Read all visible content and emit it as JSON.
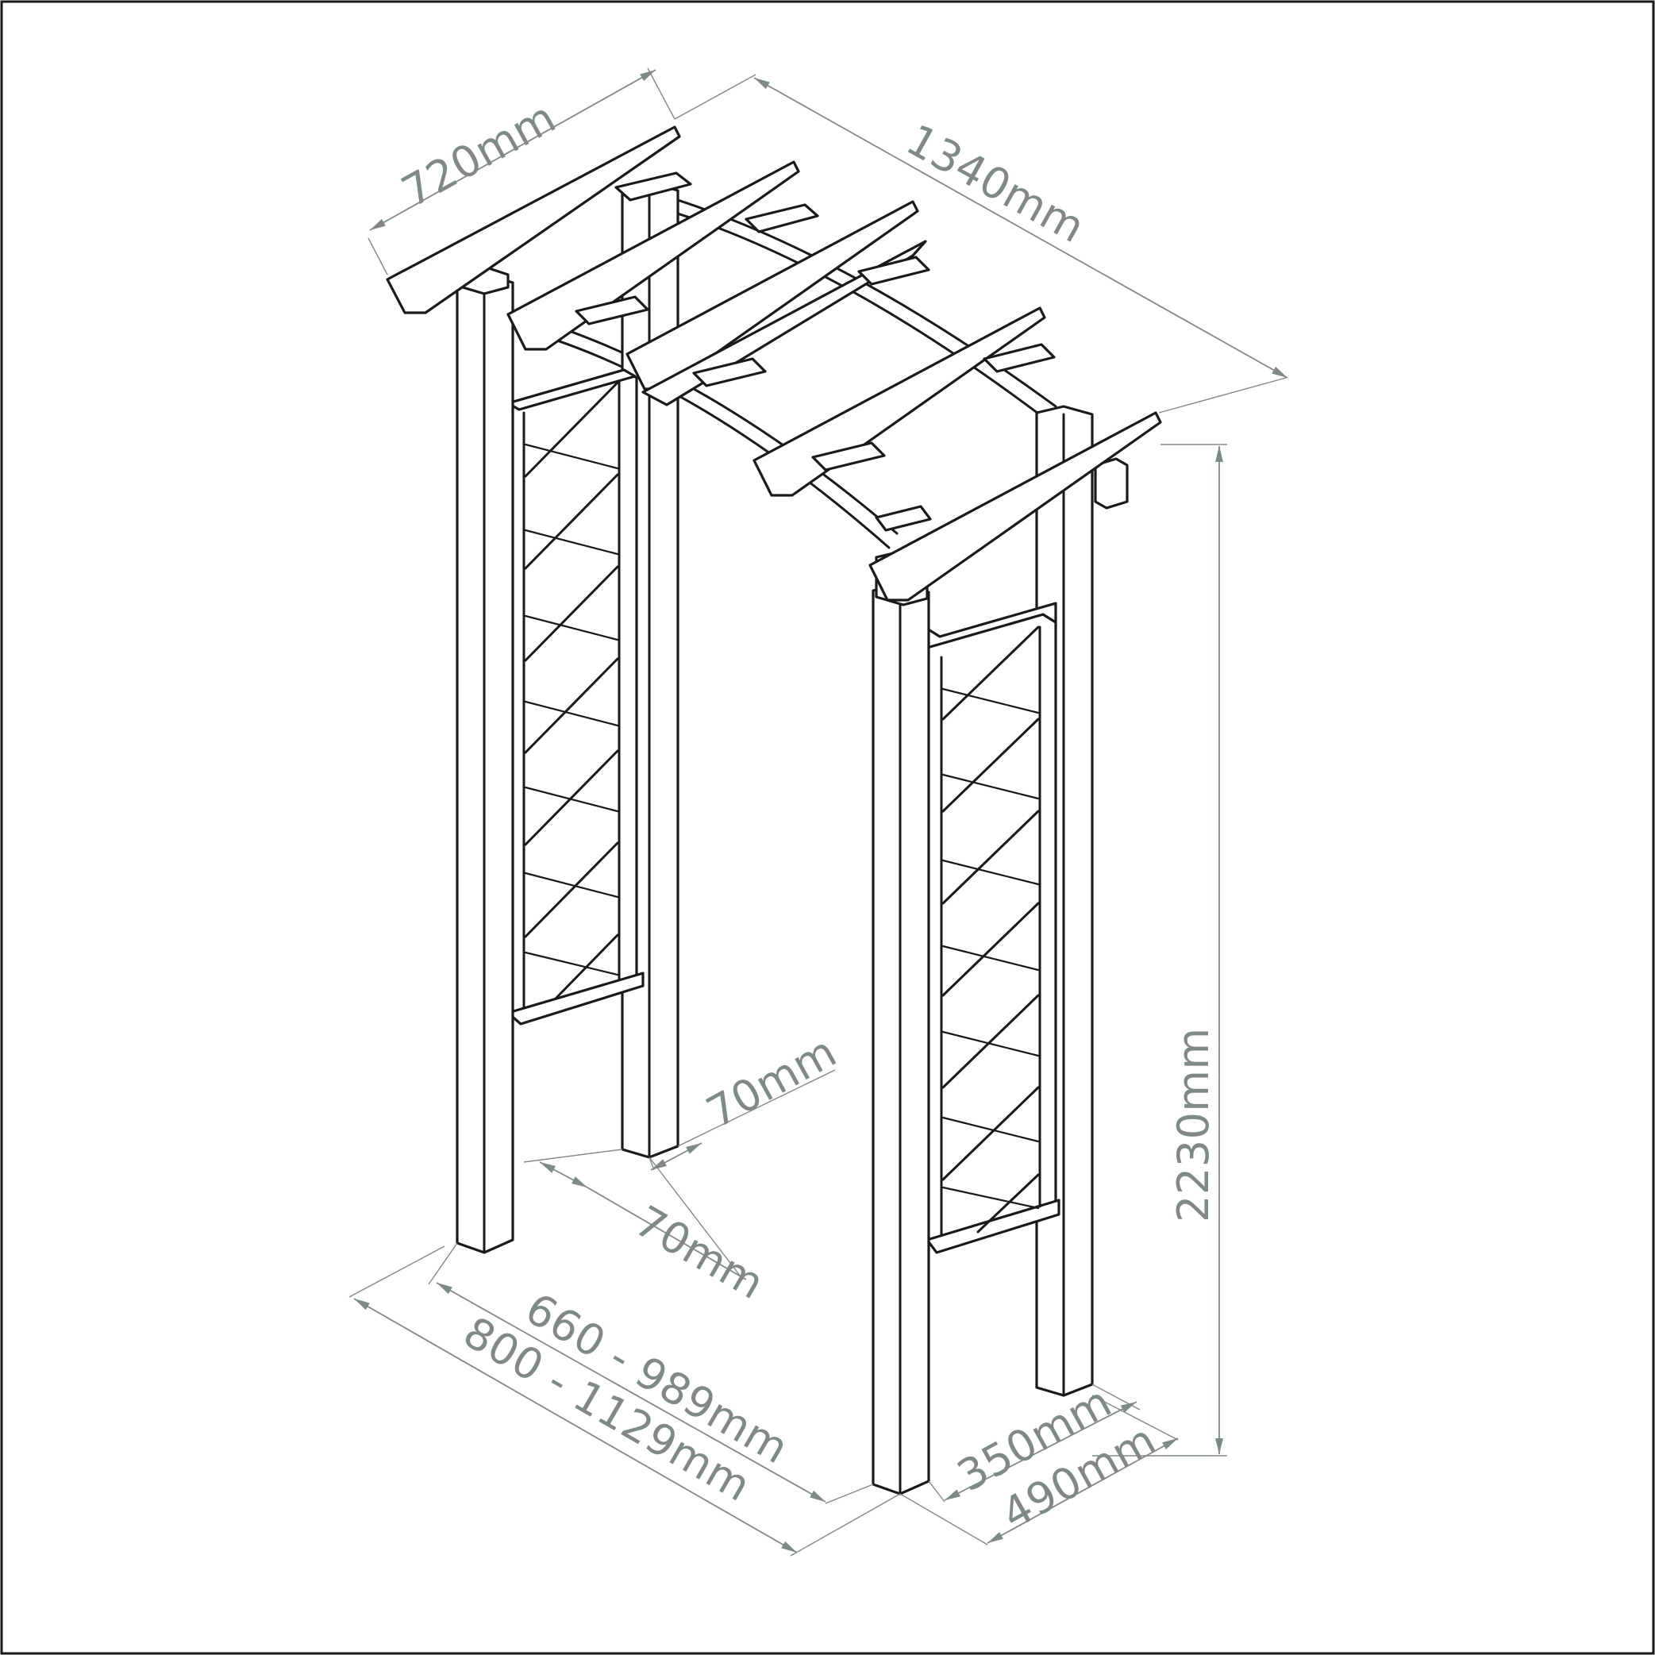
{
  "dimensions": {
    "top_depth": "720mm",
    "top_length": "1340mm",
    "total_height": "2230mm",
    "post_width_a": "70mm",
    "post_width_b": "70mm",
    "inner_width": "660 - 989mm",
    "outer_width": "800 - 1129mm",
    "inner_depth": "350mm",
    "outer_depth": "490mm"
  },
  "colors": {
    "dimension": "#7f8a87",
    "outline": "#1a1a1a",
    "background": "#ffffff"
  }
}
